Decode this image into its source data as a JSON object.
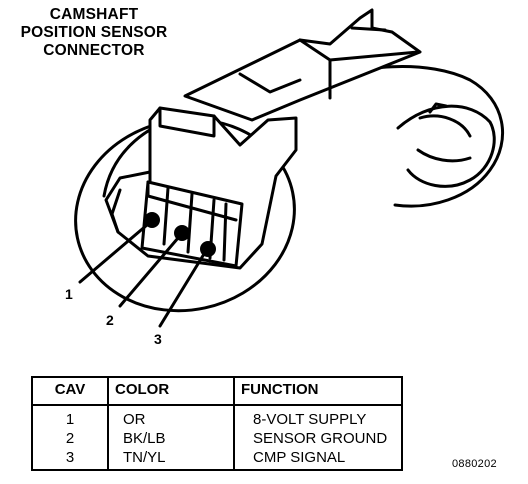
{
  "title": {
    "line1": "CAMSHAFT",
    "line2": "POSITION SENSOR",
    "line3": "CONNECTOR"
  },
  "pins": [
    {
      "label": "1"
    },
    {
      "label": "2"
    },
    {
      "label": "3"
    }
  ],
  "table": {
    "headers": {
      "cav": "CAV",
      "color": "COLOR",
      "function": "FUNCTION"
    },
    "rows": [
      {
        "cav": "1",
        "color": "OR",
        "function": "8-VOLT SUPPLY"
      },
      {
        "cav": "2",
        "color": "BK/LB",
        "function": "SENSOR GROUND"
      },
      {
        "cav": "3",
        "color": "TN/YL",
        "function": "CMP SIGNAL"
      }
    ]
  },
  "figure_code": "0880202"
}
